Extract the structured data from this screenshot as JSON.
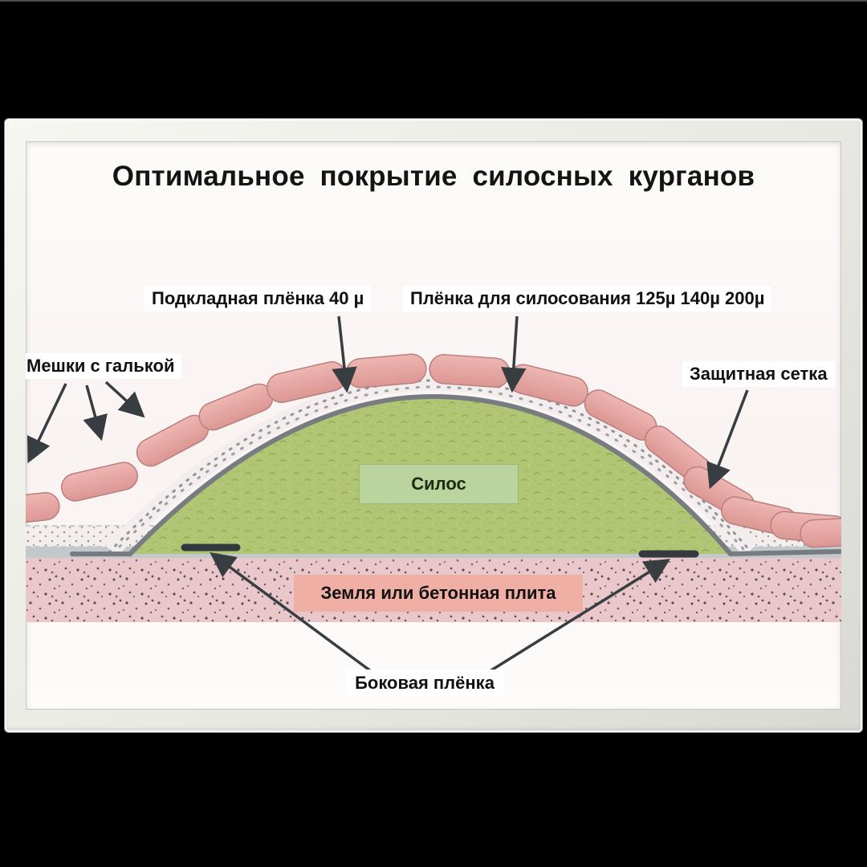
{
  "title": "Оптимальное покрытие силосных курганов",
  "labels": {
    "underlay_film": "Подкладная плёнка 40 µ",
    "silage_film": "Плёнка для силосования 125µ 140µ 200µ",
    "pebble_bags": "Мешки с галькой",
    "protective_net": "Защитная сетка",
    "silage": "Силос",
    "ground": "Земля или бетонная плита",
    "side_film": "Боковая плёнка"
  },
  "colors": {
    "bag_pink": "#e7a3a1",
    "silage_green": "#b2c575",
    "ground_pink": "#e9c7ca",
    "surface_gray": "#c3c8cb",
    "label_green_bg": "#b9d49c",
    "label_pink_bg": "#f0afa4",
    "arrow": "#383d42"
  }
}
